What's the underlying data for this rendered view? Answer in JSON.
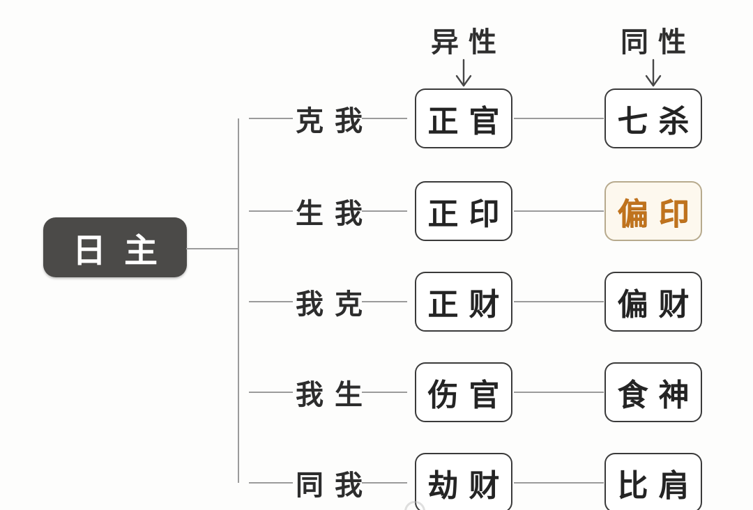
{
  "diagram": {
    "title_semantic": "bazi-ten-gods-relationship-map",
    "root": {
      "label": "日主"
    },
    "headers": [
      {
        "id": "opposite-polarity",
        "label": "异性"
      },
      {
        "id": "same-polarity",
        "label": "同性"
      }
    ],
    "rows": [
      {
        "relation": "克我",
        "opposite": "正官",
        "same": "七杀"
      },
      {
        "relation": "生我",
        "opposite": "正印",
        "same": "偏印"
      },
      {
        "relation": "我克",
        "opposite": "正财",
        "same": "偏财"
      },
      {
        "relation": "我生",
        "opposite": "伤官",
        "same": "食神"
      },
      {
        "relation": "同我",
        "opposite": "劫财",
        "same": "比肩"
      }
    ],
    "highlighted_node": "偏印",
    "colors": {
      "background": "#fdfdfc",
      "line": "#9b9b9b",
      "root_box_bg": "#4b4a48",
      "root_box_text": "#ffffff",
      "node_border": "#3a3a3a",
      "node_text": "#242424",
      "highlight_border": "#b7aa8d",
      "highlight_bg": "#fdf8ee",
      "highlight_text": "#c0731d",
      "arrow": "#474747"
    }
  }
}
